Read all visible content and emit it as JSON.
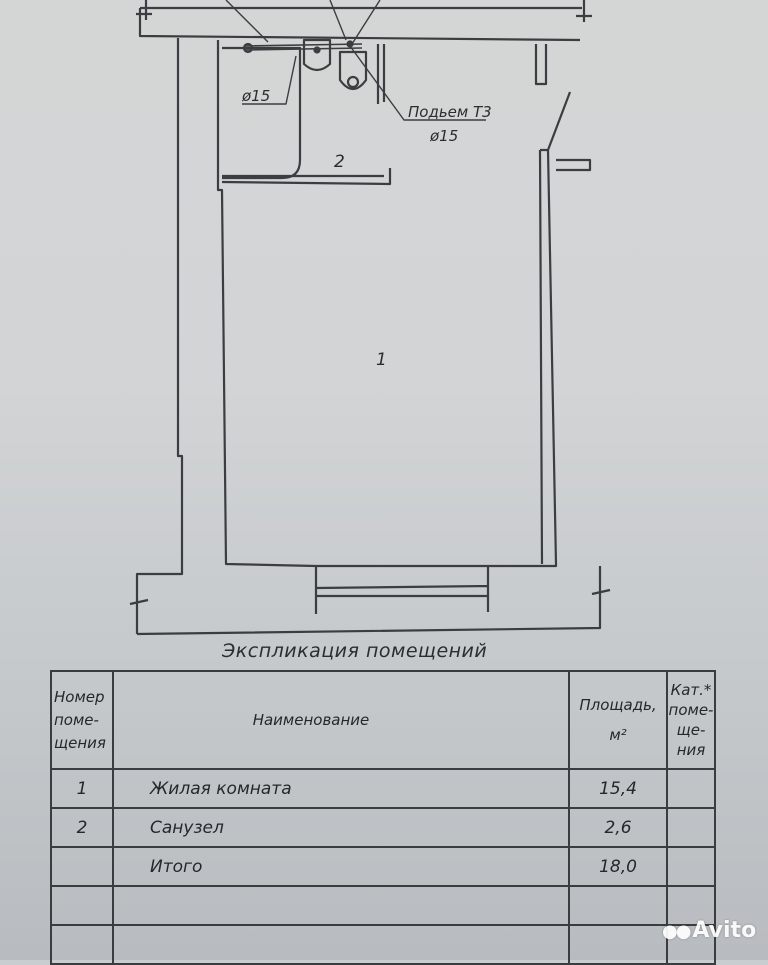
{
  "plan": {
    "room1_number": "1",
    "room2_number": "2",
    "pipe_left_label": "ø15",
    "riser_label": "Подьем Т3",
    "riser_diameter": "ø15"
  },
  "explication": {
    "title": "Экспликация помещений",
    "headers": {
      "number": [
        "Номер",
        "поме-",
        "щения"
      ],
      "name": "Наименование",
      "area": [
        "Площадь,",
        "м²"
      ],
      "category": [
        "Кат.*",
        "поме-",
        "ще-",
        "ния"
      ]
    },
    "rows": [
      {
        "number": "1",
        "name": "Жилая комната",
        "area": "15,4",
        "category": ""
      },
      {
        "number": "2",
        "name": "Санузел",
        "area": "2,6",
        "category": ""
      },
      {
        "number": "",
        "name": "Итого",
        "area": "18,0",
        "category": ""
      },
      {
        "number": "",
        "name": "",
        "area": "",
        "category": ""
      },
      {
        "number": "",
        "name": "",
        "area": "",
        "category": ""
      }
    ]
  },
  "watermark": {
    "text": "Avito"
  }
}
